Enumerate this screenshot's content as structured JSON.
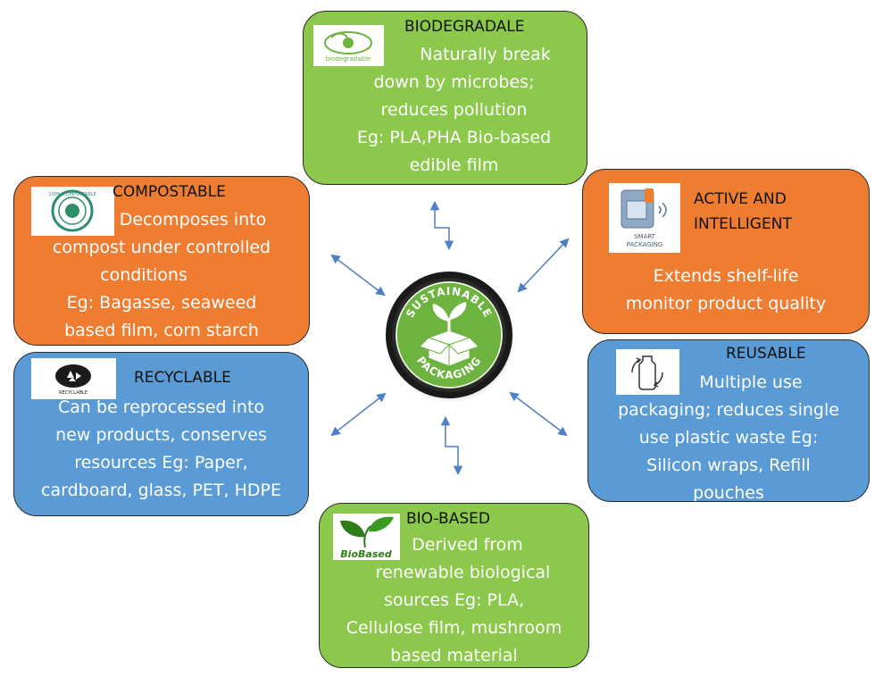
{
  "center": {
    "top_text": "SUSTAINABLE",
    "bottom_text": "PACKAGING"
  },
  "categories": {
    "biodegradable": {
      "title": "BIODEGRADALE",
      "lines": [
        "Naturally break",
        "down by microbes;",
        "reduces pollution",
        "Eg: PLA,PHA Bio-based",
        "edible film"
      ],
      "logo_text": "biodegradable"
    },
    "compostable": {
      "title": "COMPOSTABLE",
      "lines": [
        "Decomposes into",
        "compost under controlled",
        "conditions",
        "Eg: Bagasse, seaweed",
        "based film, corn starch"
      ],
      "logo_text": "100% COMPOSTABLE"
    },
    "active_intelligent": {
      "title_line1": "ACTIVE AND",
      "title_line2": "INTELLIGENT",
      "lines": [
        "Extends shelf-life",
        "monitor product quality"
      ],
      "logo_text_1": "SMART",
      "logo_text_2": "PACKAGING"
    },
    "recyclable": {
      "title": "RECYCLABLE",
      "lines": [
        "Can be reprocessed into",
        "new products, conserves",
        "resources Eg: Paper,",
        "cardboard, glass, PET, HDPE"
      ],
      "logo_text": "RECYCLABLE"
    },
    "reusable": {
      "title": "REUSABLE",
      "lines": [
        "Multiple use",
        "packaging; reduces single",
        "use plastic waste Eg:",
        "Silicon wraps, Refill",
        "pouches"
      ]
    },
    "bio_based": {
      "title": "BIO-BASED",
      "lines": [
        "Derived from",
        "renewable biological",
        "sources Eg: PLA,",
        "Cellulose film, mushroom",
        "based material"
      ],
      "logo_text": "BioBased"
    }
  },
  "colors": {
    "green": "#8cc84b",
    "orange": "#ee7d31",
    "blue": "#5a9bd5",
    "arrow": "#4f7fc4",
    "badge": "#6db33f"
  }
}
